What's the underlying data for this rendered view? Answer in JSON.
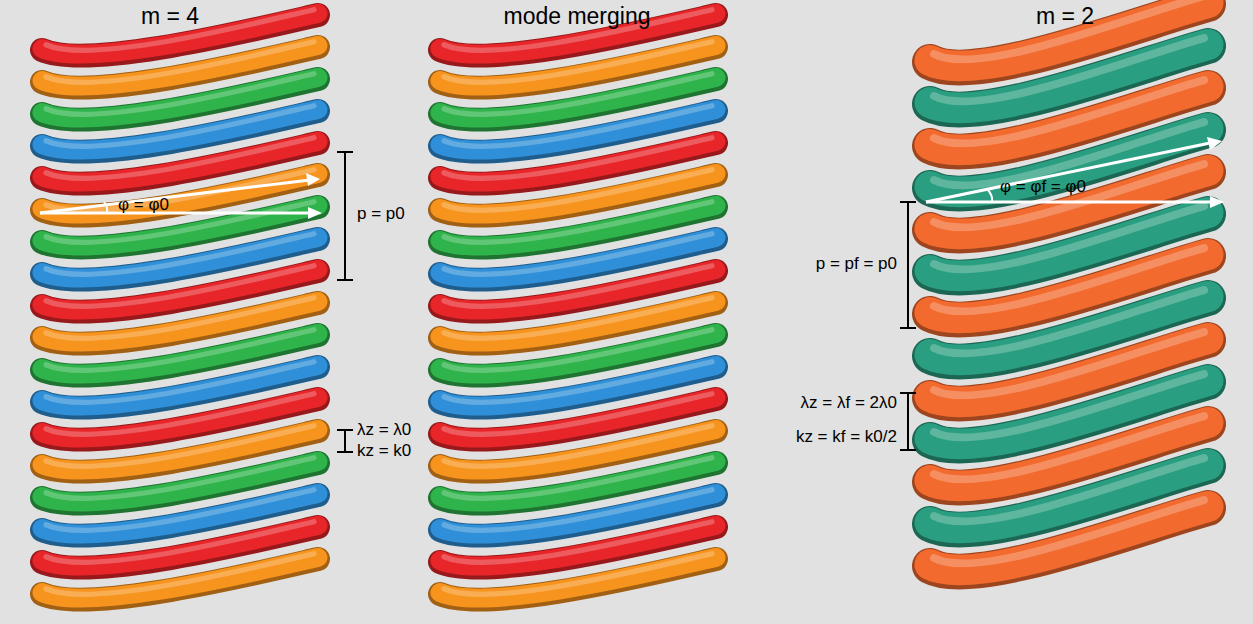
{
  "diagram": {
    "labels": [
      "m = 4",
      "mode merging",
      "m = 2",
      "φ = φ0",
      "p = p0",
      "λz = λ0",
      "kz = k0",
      "φ = φf = φ0",
      "p = pf = p0",
      "λz = λf = 2λ0",
      "kz = kf = k0/2"
    ]
  }
}
